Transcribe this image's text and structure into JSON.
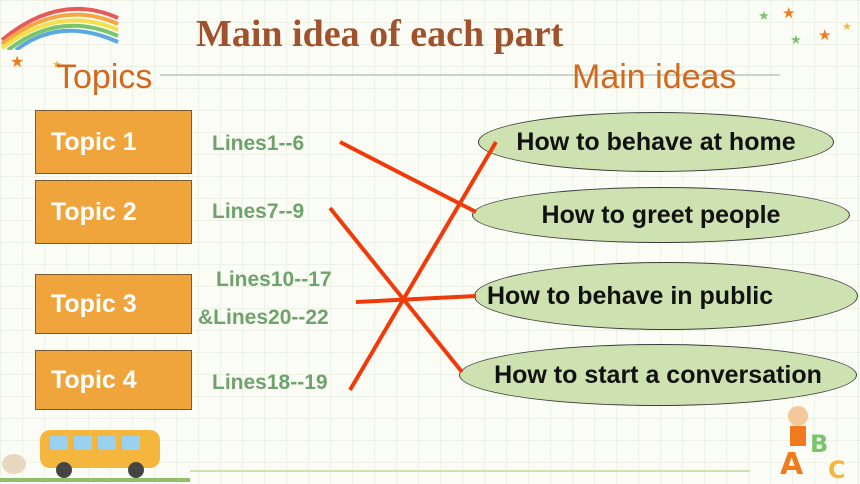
{
  "title": "Main idea of each part",
  "headers": {
    "topics": "Topics",
    "main_ideas": "Main ideas"
  },
  "topics": [
    {
      "label": "Topic 1",
      "lines": "Lines1--6"
    },
    {
      "label": "Topic 2",
      "lines": "Lines7--9"
    },
    {
      "label": "Topic 3",
      "lines": "Lines10--17",
      "lines_extra": "&Lines20--22"
    },
    {
      "label": "Topic 4",
      "lines": "Lines18--19"
    }
  ],
  "main_ideas": [
    "How to behave at home",
    "How to greet people",
    "How to  behave in public",
    "How to start a conversation"
  ],
  "colors": {
    "title": "#a0522d",
    "headers": "#d2691e",
    "topic_box": "#f0a53c",
    "lines_text": "#6fa36c",
    "idea_ellipse": "#cde2b0",
    "connector": "#f03a0a"
  },
  "decorations": [
    "rainbow-icon",
    "star-icon",
    "school-bus-icon",
    "abc-kids-icon"
  ]
}
